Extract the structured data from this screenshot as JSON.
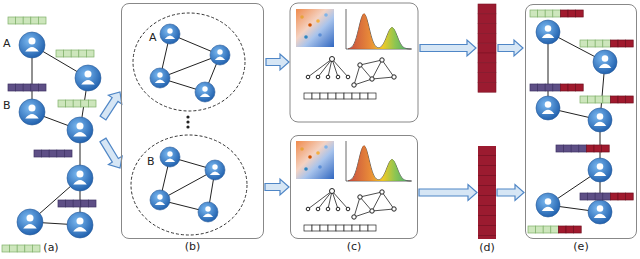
{
  "diagram": {
    "nodes": [
      {
        "text": [
          "(a)"
        ]
      },
      {
        "text": [
          "(b)"
        ]
      },
      {
        "text": [
          "A"
        ],
        "in": 1
      },
      {
        "text": [
          "B"
        ],
        "in": 1
      },
      {
        "text": [
          "(c)"
        ]
      },
      {
        "text": [
          "(d)"
        ]
      },
      {
        "text": [
          "(e)"
        ]
      }
    ],
    "edges": [
      {
        "from": 0,
        "to": 1,
        "arrow": "to"
      },
      {
        "from": 0,
        "to": 1,
        "arrow": "to"
      },
      {
        "from": 1,
        "to": 4,
        "arrow": "to"
      },
      {
        "from": 4,
        "to": 5,
        "arrow": "to"
      },
      {
        "from": 5,
        "to": 6,
        "arrow": "to"
      }
    ],
    "labels": [
      "A",
      "B"
    ]
  }
}
